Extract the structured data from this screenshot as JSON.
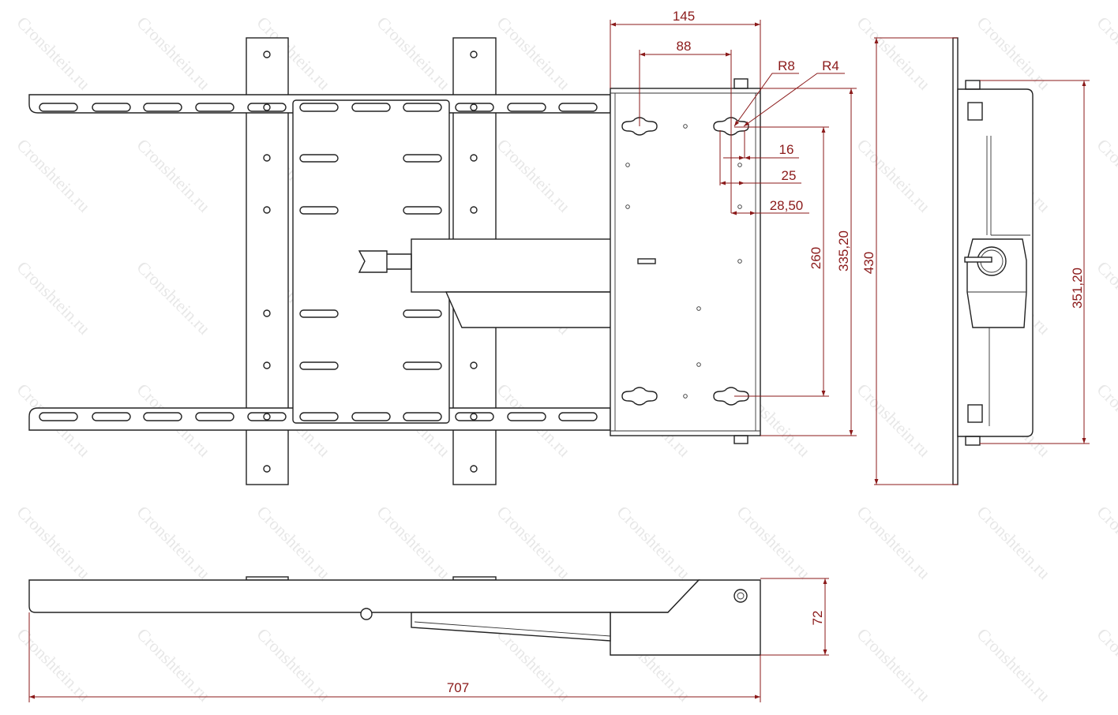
{
  "watermark": "Cronshtein.ru",
  "colors": {
    "dimension": "#8b1a1a",
    "outline": "#222222",
    "watermark": "#d8d8d8"
  },
  "dimensions": {
    "plate_width": "145",
    "hole_spacing_horizontal": "88",
    "radius_large": "R8",
    "radius_small": "R4",
    "slot_16": "16",
    "slot_25": "25",
    "offset_28_50": "28,50",
    "hole_spacing_vertical": "260",
    "plate_height": "335,20",
    "total_height": "430",
    "side_height": "351,20",
    "depth_folded": "72",
    "max_extension": "707"
  }
}
